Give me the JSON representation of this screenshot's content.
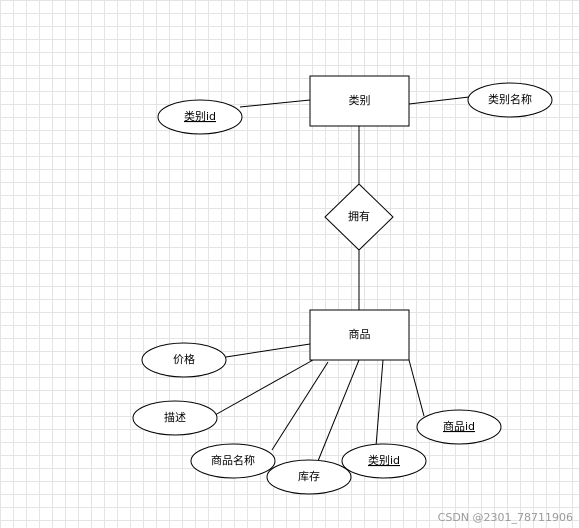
{
  "diagram": {
    "entities": {
      "category": "类别",
      "product": "商品"
    },
    "relationship": "拥有",
    "category_attributes": {
      "id": "类别id",
      "name": "类别名称"
    },
    "product_attributes": {
      "price": "价格",
      "description": "描述",
      "name": "商品名称",
      "stock": "库存",
      "category_id": "类别id",
      "id": "商品id"
    }
  },
  "watermark": "CSDN @2301_78711906"
}
